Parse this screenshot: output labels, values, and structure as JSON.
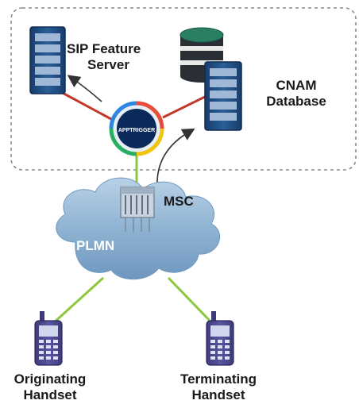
{
  "labels": {
    "sip_line1": "SIP Feature",
    "sip_line2": "Server",
    "cnam_line1": "CNAM",
    "cnam_line2": "Database",
    "msc": "MSC",
    "plmn": "PLMN",
    "orig_line1": "Originating",
    "orig_line2": "Handset",
    "term_line1": "Terminating",
    "term_line2": "Handset",
    "hub_text": "APPTRIGGER"
  },
  "colors": {
    "link_red": "#c0392b",
    "link_green": "#8dc63f",
    "server_blue": "#1f4f86",
    "cloud_fill": "#8fb3d3",
    "db_teal": "#2a7f62",
    "hub_navy": "#0b2a5c"
  }
}
